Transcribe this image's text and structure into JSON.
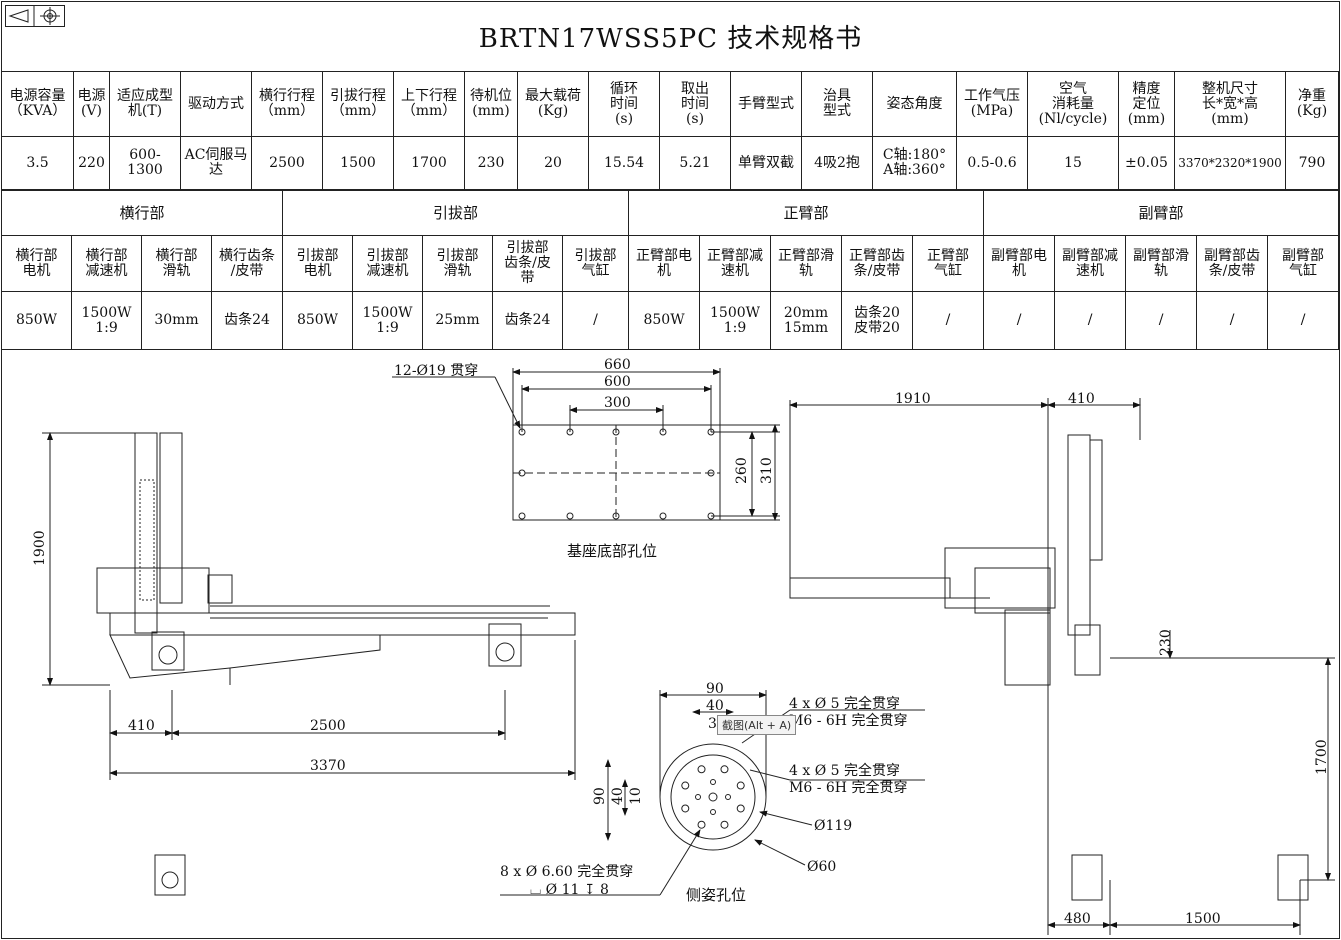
{
  "title": "BRTN17WSS5PC 技术规格书",
  "spec_table": {
    "headers": [
      "电源容量\n（KVA）",
      "电源\n(V)",
      "适应成型\n机(T)",
      "驱动方式",
      "横行行程\n（mm）",
      "引拔行程\n（mm）",
      "上下行程\n（mm）",
      "待机位\n(mm)",
      "最大载荷\n(Kg)",
      "循环\n时间\n(s)",
      "取出\n时间\n(s)",
      "手臂型式",
      "治具\n型式",
      "姿态角度",
      "工作气压\n(MPa)",
      "空气\n消耗量\n(Nl/cycle)",
      "精度\n定位\n(mm)",
      "整机尺寸\n长*宽*高\n(mm)",
      "净重\n(Kg)"
    ],
    "values": [
      "3.5",
      "220",
      "600-1300",
      "AC伺服马达",
      "2500",
      "1500",
      "1700",
      "230",
      "20",
      "15.54",
      "5.21",
      "单臂双截",
      "4吸2抱",
      "C轴:180°\nA轴:360°",
      "0.5-0.6",
      "15",
      "±0.05",
      "3370*2320*1900",
      "790"
    ]
  },
  "component_table": {
    "groups": [
      "横行部",
      "引拔部",
      "正臂部",
      "副臂部"
    ],
    "headers": [
      "横行部\n电机",
      "横行部\n减速机",
      "横行部\n滑轨",
      "横行齿条\n/皮带",
      "引拔部\n电机",
      "引拔部\n减速机",
      "引拔部\n滑轨",
      "引拔部\n齿条/皮\n带",
      "引拔部\n气缸",
      "正臂部电\n机",
      "正臂部减\n速机",
      "正臂部滑\n轨",
      "正臂部齿\n条/皮带",
      "正臂部\n气缸",
      "副臂部电\n机",
      "副臂部减\n速机",
      "副臂部滑\n轨",
      "副臂部齿\n条/皮带",
      "副臂部\n气缸"
    ],
    "values": [
      "850W",
      "1500W\n1:9",
      "30mm",
      "齿条24",
      "850W",
      "1500W\n1:9",
      "25mm",
      "齿条24",
      "/",
      "850W",
      "1500W\n1:9",
      "20mm\n15mm",
      "齿条20\n皮带20",
      "/",
      "/",
      "/",
      "/",
      "/",
      "/"
    ]
  },
  "drawing": {
    "front_dims": {
      "height": "1900",
      "left": "410",
      "stroke": "2500",
      "total": "3370"
    },
    "base_plate": {
      "hole_note": "12-Ø19 贯穿",
      "w660": "660",
      "w600": "600",
      "w300": "300",
      "h260": "260",
      "h310": "310",
      "caption": "基座底部孔位"
    },
    "side_dims": {
      "w1910": "1910",
      "w410": "410",
      "h230": "230",
      "h1700": "1700",
      "w480": "480",
      "w1500": "1500"
    },
    "flange": {
      "d90": "90",
      "d40": "40",
      "d3": "3",
      "note1a": "4 x Ø 5 完全贯穿",
      "note1b": "M6 - 6H 完全贯穿",
      "note2a": "4 x Ø 5 完全贯穿",
      "note2b": "M6 - 6H 完全贯穿",
      "dia119": "Ø119",
      "dia60": "Ø60",
      "v90": "90",
      "v40": "40",
      "v10": "10",
      "note3a": "8 x Ø 6.60 完全贯穿",
      "note3b": "⌴ Ø 11 ↧ 8",
      "caption": "侧姿孔位"
    },
    "tooltip": "截图(Alt + A)"
  }
}
